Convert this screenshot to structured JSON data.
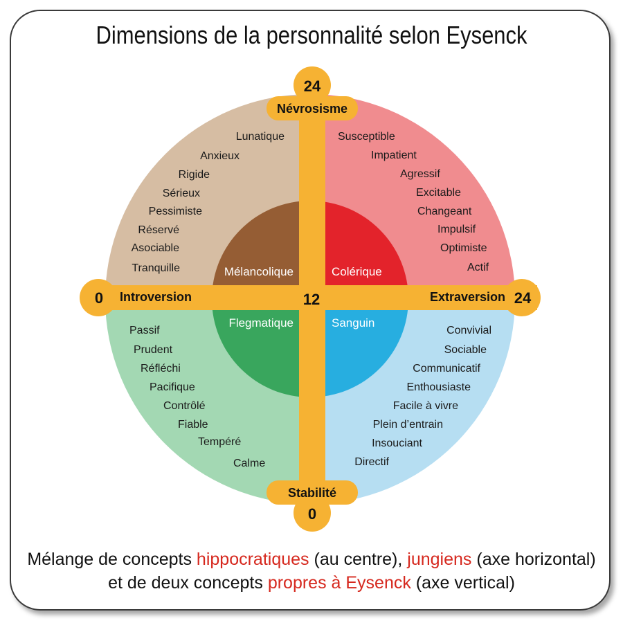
{
  "title": "Dimensions de la personnalité selon Eysenck",
  "axes": {
    "vertical_top_label": "Névrosisme",
    "vertical_top_value": "24",
    "vertical_bottom_label": "Stabilité",
    "vertical_bottom_value": "0",
    "horizontal_left_label": "Introversion",
    "horizontal_left_value": "0",
    "horizontal_right_label": "Extraversion",
    "horizontal_right_value": "24",
    "center_value": "12"
  },
  "quadrants": {
    "top_left": {
      "temperament": "Mélancolique",
      "traits": [
        "Lunatique",
        "Anxieux",
        "Rigide",
        "Sérieux",
        "Pessimiste",
        "Réservé",
        "Asociable",
        "Tranquille"
      ]
    },
    "top_right": {
      "temperament": "Colérique",
      "traits": [
        "Susceptible",
        "Impatient",
        "Agressif",
        "Excitable",
        "Changeant",
        "Impulsif",
        "Optimiste",
        "Actif"
      ]
    },
    "bottom_left": {
      "temperament": "Flegmatique",
      "traits": [
        "Passif",
        "Prudent",
        "Réfléchi",
        "Pacifique",
        "Contrôlé",
        "Fiable",
        "Tempéré",
        "Calme"
      ]
    },
    "bottom_right": {
      "temperament": "Sanguin",
      "traits": [
        "Convivial",
        "Sociable",
        "Communicatif",
        "Enthousiaste",
        "Facile à vivre",
        "Plein d’entrain",
        "Insouciant",
        "Directif"
      ]
    }
  },
  "caption": {
    "line1_a": "Mélange de concepts ",
    "line1_b": "hippocratiques",
    "line1_c": " (au centre), ",
    "line1_d": "jungiens",
    "line1_e": " (axe horizontal)",
    "line2_a": "et de deux concepts ",
    "line2_b": "propres à Eysenck",
    "line2_c": " (axe vertical)"
  },
  "colors": {
    "outer_top_left": "#d6bda3",
    "outer_top_right": "#f08c8f",
    "outer_bottom_left": "#a3d8b3",
    "outer_bottom_right": "#b6def2",
    "inner_top_left": "#955d34",
    "inner_top_right": "#e3232b",
    "inner_bottom_left": "#39a65d",
    "inner_bottom_right": "#27aee0",
    "axis": "#f6b233",
    "highlight_text": "#d6281e"
  }
}
